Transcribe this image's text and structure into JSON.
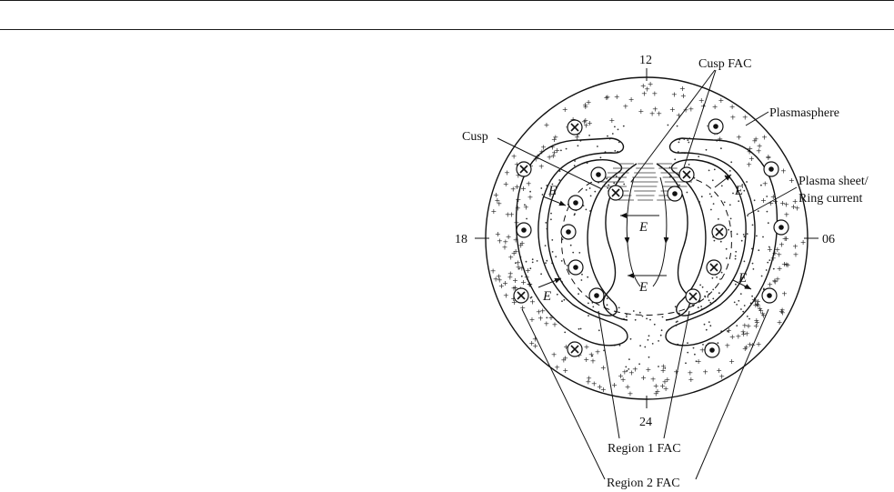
{
  "diagram": {
    "local_time_labels": {
      "noon": "12",
      "midnight": "24",
      "dusk": "18",
      "dawn": "06"
    },
    "labels": {
      "cusp_fac": "Cusp FAC",
      "plasmasphere": "Plasmasphere",
      "cusp": "Cusp",
      "plasma_sheet_line1": "Plasma sheet/",
      "plasma_sheet_line2": "Ring current",
      "region1_fac": "Region 1 FAC",
      "region2_fac": "Region 2 FAC"
    },
    "electric_field_symbol": "E",
    "symbols": {
      "current_out": "dot-in-circle",
      "current_in": "cross-in-circle"
    }
  }
}
